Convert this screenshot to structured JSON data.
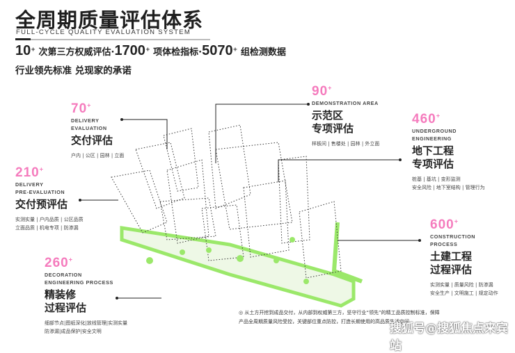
{
  "title": "全周期质量评估体系",
  "subtitle": "FULL-CYCLE QUALITY EVALUATION SYSTEM",
  "stats": [
    {
      "num": "10",
      "sup": "+",
      "text": "次第三方权威评估·"
    },
    {
      "num": "1700",
      "sup": "+",
      "text": "项体检指标·"
    },
    {
      "num": "5070",
      "sup": "+",
      "text": "组检测数据"
    }
  ],
  "tagline": "行业领先标准 兑现家的承诺",
  "sections": {
    "delivery": {
      "num": "70",
      "sup": "+",
      "en1": "DELIVERY",
      "en2": "EVALUATION",
      "cn1": "交付评估",
      "sub1": "户内 | 公区 | 园林 | 立面"
    },
    "pre": {
      "num": "210",
      "sup": "+",
      "en1": "DELIVERY",
      "en2": "PRE-EVALUATION",
      "cn1": "交付预评估",
      "sub1": "实测实量 | 户内品质 | 公区品质",
      "sub2": "立面品质 | 机电专项 | 防渗漏"
    },
    "demo": {
      "num": "90",
      "sup": "+",
      "en1": "DEMONSTRATION AREA",
      "cn1": "示范区",
      "cn2": "专项评估",
      "sub1": "样板间 | 售楼处 | 园林 | 外立面"
    },
    "underground": {
      "num": "460",
      "sup": "+",
      "en1": "UNDERGROUND",
      "en2": "ENGINEERING",
      "cn1": "地下工程",
      "cn2": "专项评估",
      "sub1": "桩基 | 基坑 | 变形监测",
      "sub2": "安全风险 | 地下室结构 | 管理行为"
    },
    "construction": {
      "num": "600",
      "sup": "+",
      "en1": "CONSTRUCTION",
      "en2": "PROCESS",
      "cn1": "土建工程",
      "cn2": "过程评估",
      "sub1": "实测实量 | 质量风险 | 防渗漏",
      "sub2": "安全生产 | 文明施工 | 规定动作"
    },
    "decoration": {
      "num": "260",
      "sup": "+",
      "en1": "DECORATION",
      "en2": "ENGINEERING PROCESS",
      "cn1": "精装修",
      "cn2": "过程评估",
      "sub1": "细部节点|图纸深化|放线管理|实测实量",
      "sub2": "防渗漏|成品保护|安全文明"
    }
  },
  "note": "◎ 从土方开挖到成品交付，从内部到权威第三方，坚守行业“领先”的精工品质控制标准，保障产品全周期质量风险受控，关键部位重点防控，打造长期使用的高品质生活空间。",
  "watermark": "搜狐号@搜狐焦点来宾站",
  "colors": {
    "accent": "#f57bbd",
    "green": "#9be86a"
  }
}
